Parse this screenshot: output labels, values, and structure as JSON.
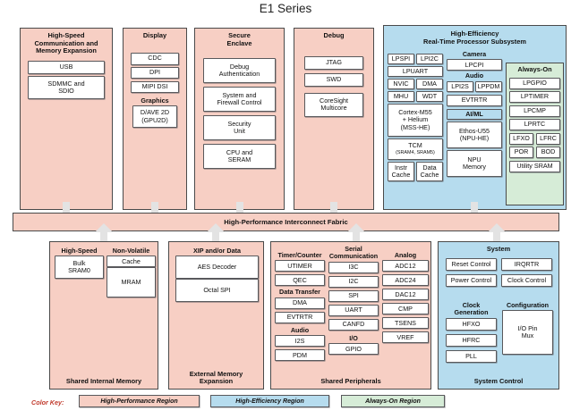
{
  "title": "E1 Series",
  "colors": {
    "high_performance": "#f7cfc4",
    "high_efficiency": "#b6dcee",
    "always_on": "#d6ecd7",
    "key_label": "#c0392b"
  },
  "fabric": {
    "label": "High-Performance Interconnect Fabric"
  },
  "top_blocks": [
    {
      "id": "high-speed-comm",
      "title": "High-Speed\nCommunication and\nMemory Expansion",
      "title_lines": [
        "High-Speed",
        "Communication and",
        "Memory Expansion"
      ],
      "region": "high-performance",
      "cells": [
        "USB",
        "SDMMC and\nSDIO"
      ]
    },
    {
      "id": "display",
      "title_lines": [
        "Display"
      ],
      "region": "high-performance",
      "cells": [
        "CDC",
        "DPI",
        "MIPI DSI"
      ],
      "group_label": "Graphics",
      "group_cells": [
        "D/AVE 2D\n(GPU2D)"
      ]
    },
    {
      "id": "secure-enclave",
      "title_lines": [
        "Secure",
        "Enclave"
      ],
      "region": "high-performance",
      "cells": [
        "Debug\nAuthentication",
        "System and\nFirewall Control",
        "Security\nUnit",
        "CPU and\nSERAM"
      ]
    },
    {
      "id": "debug",
      "title_lines": [
        "Debug"
      ],
      "region": "high-performance",
      "cells": [
        "JTAG",
        "SWD",
        "CoreSight\nMulticore"
      ]
    }
  ],
  "rtss": {
    "title_lines": [
      "High-Efficiency",
      "Real-Time Processor Subsystem"
    ],
    "region": "high-efficiency",
    "col_cpu": {
      "pairs": [
        [
          "LPSPI",
          "LPI2C"
        ],
        [
          "NVIC",
          "DMA"
        ],
        [
          "MHU",
          "WDT"
        ]
      ],
      "wide": [
        "LPUART"
      ],
      "cpu": "Cortex-M55\n+ Helium\n(MSS-HE)",
      "cpu_lines": [
        "Cortex-M55",
        "+ Helium",
        "(MSS-HE)"
      ],
      "tcm_title": "TCM",
      "tcm_sub": "(SRAM4, SRAM5)",
      "caches": [
        "Instr\nCache",
        "Data\nCache"
      ]
    },
    "col_mid": {
      "camera_label": "Camera",
      "camera_cells": [
        "LPCPI"
      ],
      "audio_label": "Audio",
      "audio_cells": [
        "LPI2S",
        "LPPDM"
      ],
      "evtrtr": "EVTRTR",
      "aiml_label": "AI/ML",
      "aiml_cells": [
        "Ethos-U55\n(NPU-HE)",
        "NPU\nMemory"
      ]
    },
    "always_on": {
      "title": "Always-On",
      "region": "always-on",
      "cells": [
        "LPGPIO",
        "LPTIMER",
        "LPCMP",
        "LPRTC"
      ],
      "pairs": [
        [
          "LFXO",
          "LFRC"
        ],
        [
          "POR",
          "BOD"
        ]
      ],
      "last": "Utility SRAM"
    }
  },
  "bottom_blocks": [
    {
      "id": "shared-internal-memory",
      "footer": "Shared Internal Memory",
      "region": "high-performance",
      "columns": [
        {
          "label": "High-Speed",
          "cells": [
            "Bulk\nSRAM0"
          ]
        },
        {
          "label": "Non-Volatile",
          "cells": [
            "Cache",
            "MRAM"
          ]
        }
      ]
    },
    {
      "id": "external-memory-expansion",
      "footer": "External Memory\nExpansion",
      "footer_lines": [
        "External Memory",
        "Expansion"
      ],
      "region": "high-performance",
      "columns": [
        {
          "label": "XIP and/or Data",
          "cells": [
            "AES Decoder",
            "Octal SPI"
          ]
        }
      ]
    },
    {
      "id": "shared-peripherals",
      "footer": "Shared Peripherals",
      "region": "high-performance",
      "columns": [
        {
          "label": "Timer/Counter",
          "cells": [
            "UTIMER",
            "QEC"
          ],
          "sub_groups": [
            {
              "label": "Data Transfer",
              "cells": [
                "DMA",
                "EVTRTR"
              ]
            },
            {
              "label": "Audio",
              "cells": [
                "I2S",
                "PDM"
              ]
            }
          ]
        },
        {
          "label": "Serial\nCommunication",
          "label_lines": [
            "Serial",
            "Communication"
          ],
          "cells": [
            "I3C",
            "I2C",
            "SPI",
            "UART",
            "CANFD"
          ],
          "sub_groups": [
            {
              "label": "I/O",
              "cells": [
                "GPIO"
              ]
            }
          ]
        },
        {
          "label": "Analog",
          "cells": [
            "ADC12",
            "ADC24",
            "DAC12",
            "CMP",
            "TSENS",
            "VREF"
          ],
          "sub_groups": []
        }
      ]
    },
    {
      "id": "system-control",
      "footer": "System Control",
      "region": "high-efficiency",
      "title": "System",
      "pairs": [
        [
          "Reset Control",
          "IRQRTR"
        ],
        [
          "Power Control",
          "Clock Control"
        ]
      ],
      "columns": [
        {
          "label": "Clock Generation",
          "cells": [
            "HFXO",
            "HFRC",
            "PLL"
          ]
        },
        {
          "label": "Configuration",
          "cells": [
            "I/O Pin\nMux"
          ]
        }
      ]
    }
  ],
  "color_key": {
    "label": "Color Key:",
    "items": [
      {
        "text": "High-Performance Region",
        "region": "high-performance"
      },
      {
        "text": "High-Efficiency Region",
        "region": "high-efficiency"
      },
      {
        "text": "Always-On Region",
        "region": "always-on"
      }
    ]
  }
}
